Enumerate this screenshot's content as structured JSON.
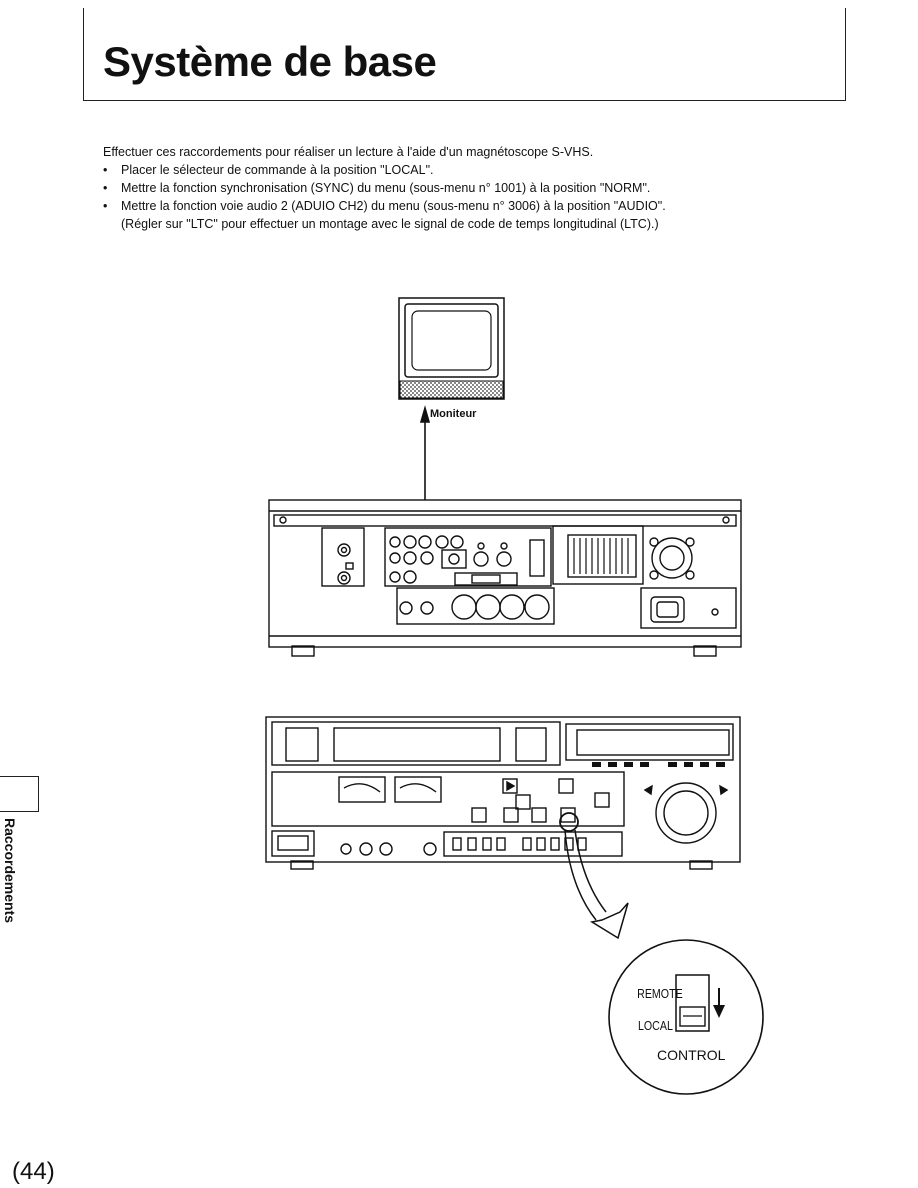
{
  "header": {
    "title": "Système de base"
  },
  "intro": {
    "lead": "Effectuer ces raccordements pour réaliser un lecture à l'aide d'un magnétoscope S-VHS.",
    "bullets": [
      "Placer le sélecteur de commande à la position \"LOCAL\".",
      "Mettre la fonction synchronisation (SYNC) du menu (sous-menu n° 1001) à la position \"NORM\".",
      "Mettre la fonction voie audio 2 (ADUIO CH2) du menu (sous-menu n° 3006) à la position \"AUDIO\"."
    ],
    "note": "(Régler sur \"LTC\" pour effectuer un montage avec le signal de code de temps longitudinal (LTC).)"
  },
  "diagram": {
    "monitor_label": "Moniteur",
    "switch": {
      "remote": "REMOTE",
      "local": "LOCAL",
      "caption": "CONTROL",
      "position": "LOCAL"
    }
  },
  "sidebar": {
    "section": "Raccordements"
  },
  "footer": {
    "page_number": "(44)"
  }
}
